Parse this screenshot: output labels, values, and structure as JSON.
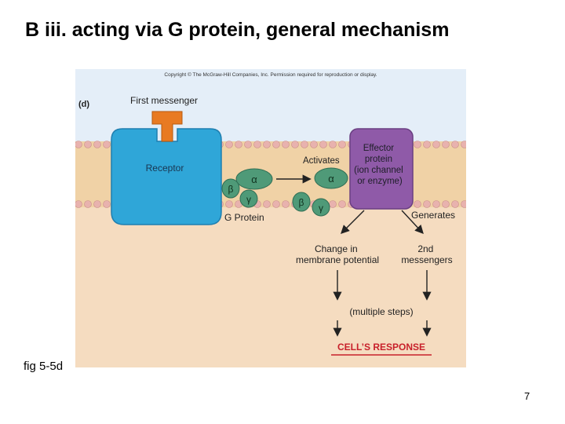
{
  "slide": {
    "title": "B iii. acting via G protein, general mechanism",
    "figure_label": "fig 5-5d",
    "page_number": "7"
  },
  "figure": {
    "copyright": "Copyright © The McGraw-Hill Companies, Inc. Permission required for reproduction or display.",
    "panel_label": "(d)",
    "first_messenger": "First messenger",
    "receptor": "Receptor",
    "g_protein": "G Protein",
    "alpha": "α",
    "beta": "β",
    "gamma": "γ",
    "activates": "Activates",
    "effector": [
      "Effector",
      "protein",
      "(ion channel",
      "or enzyme)"
    ],
    "generates": "Generates",
    "change_potential": [
      "Change in",
      "membrane potential"
    ],
    "second_messengers": [
      "2nd",
      "messengers"
    ],
    "multiple_steps": "(multiple steps)",
    "cells_response": "CELL’S RESPONSE"
  },
  "colors": {
    "cytoplasm": "#f5dcc0",
    "extracellular": "#e4eef8",
    "membrane": "#f0d2a6",
    "lipid_head": "#e8b2ae",
    "receptor": "#2fa6d8",
    "first_messenger": "#e87a22",
    "g_protein": "#4f9a78",
    "effector": "#8f5aa8",
    "response": "#c8202a"
  }
}
